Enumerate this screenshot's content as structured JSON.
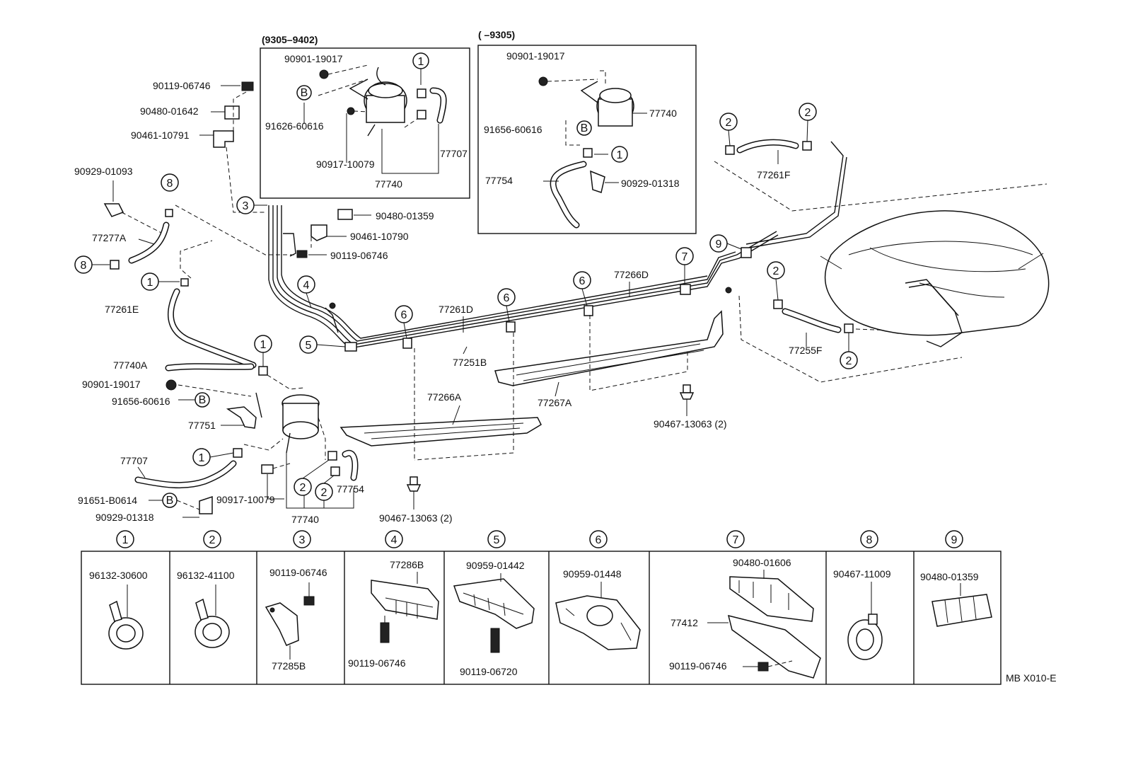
{
  "variants": {
    "left_header": "(9305–9402)",
    "right_header": "(      –9305)"
  },
  "inset_left": {
    "screw": "90901-19017",
    "grommet_b": "91626-60616",
    "fitting": "90917-10079",
    "hose": "77707",
    "canister": "77740"
  },
  "inset_right": {
    "screw": "90901-19017",
    "canister": "77740",
    "grommet_b": "91656-60616",
    "hose": "77754",
    "clamp": "90929-01318"
  },
  "main_labels": {
    "bolt_top": "90119-06746",
    "cushion_top": "90480-01642",
    "bracket_top": "90461-10791",
    "clamp_left": "90929-01093",
    "hose_77277a": "77277A",
    "hose_77261e": "77261E",
    "cushion_mid": "90480-01359",
    "bracket_mid": "90461-10790",
    "bolt_mid": "90119-06746",
    "tube_77261d": "77261D",
    "tube_77251b": "77251B",
    "tube_77266d": "77266D",
    "hose_77261f": "77261F",
    "hose_77255f": "77255F",
    "protector_77266a": "77266A",
    "protector_77267a": "77267A",
    "clip_right": "90467-13063 (2)",
    "clip_left": "90467-13063 (2)",
    "hose_77740a": "77740A",
    "screw_lower": "90901-19017",
    "grommet_lower": "91656-60616",
    "bracket_77751": "77751",
    "hose_77707": "77707",
    "grommet_91651": "91651-B0614",
    "clamp_lower": "90929-01318",
    "fitting_lower": "90917-10079",
    "canister_lower": "77740",
    "hose_77754": "77754",
    "letter_b": "B"
  },
  "callouts": [
    "1",
    "2",
    "3",
    "4",
    "5",
    "6",
    "7",
    "8",
    "9"
  ],
  "legend": [
    {
      "num": "1",
      "parts": [
        "96132-30600"
      ]
    },
    {
      "num": "2",
      "parts": [
        "96132-41100"
      ]
    },
    {
      "num": "3",
      "parts": [
        "90119-06746",
        "77285B"
      ]
    },
    {
      "num": "4",
      "parts": [
        "77286B",
        "90119-06746"
      ]
    },
    {
      "num": "5",
      "parts": [
        "90959-01442",
        "90119-06720"
      ]
    },
    {
      "num": "6",
      "parts": [
        "90959-01448"
      ]
    },
    {
      "num": "7",
      "parts": [
        "90480-01606",
        "77412",
        "90119-06746"
      ]
    },
    {
      "num": "8",
      "parts": [
        "90467-11009"
      ]
    },
    {
      "num": "9",
      "parts": [
        "90480-01359"
      ]
    }
  ],
  "diagram_code": "MB X010-E"
}
